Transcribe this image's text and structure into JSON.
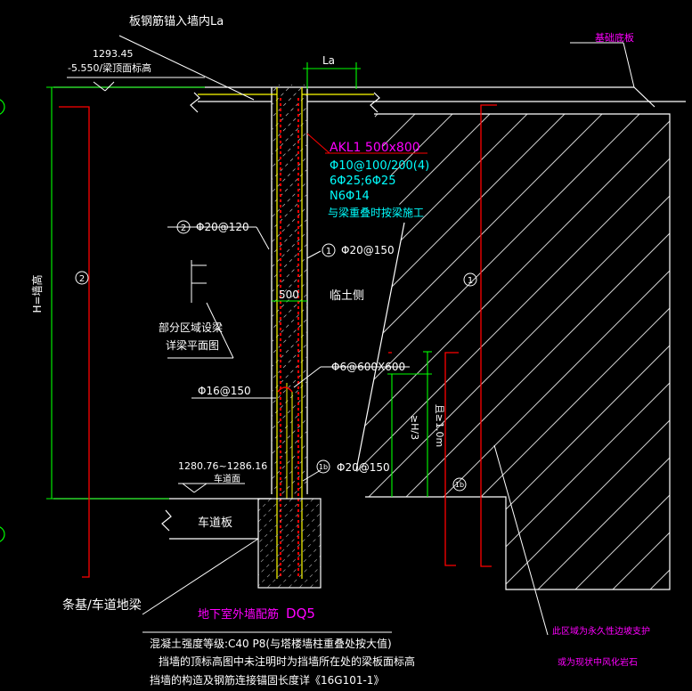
{
  "colors": {
    "background": "#000000",
    "white": "#ffffff",
    "yellow": "#ffff00",
    "green": "#00ff00",
    "red": "#ff0000",
    "cyan": "#00ffff",
    "magenta": "#ff00ff",
    "hatch": "#cfcfcf"
  },
  "labels": {
    "slab_rebar_anchor": "板钢筋锚入墙内La",
    "top_elev_value": "1293.45",
    "top_elev_note": "-5.550/梁顶面标高",
    "la_dim": "La",
    "foundation_slab": "基础底板",
    "beam_id": "AKL1  500x800",
    "beam_stirrup": "Φ10@100/200(4)",
    "beam_long_bars": "6Φ25;6Φ25",
    "beam_waist": "N6Φ14",
    "beam_note": "与梁重叠时按梁施工",
    "bar2_tag": "2",
    "bar2_spec": "Φ20@120",
    "bar1_tag": "1",
    "bar1_spec": "Φ20@150",
    "wall_thickness": "500",
    "soil_side": "临土侧",
    "partial_area_1": "部分区域设梁",
    "partial_area_2": "详梁平面图",
    "tie_spec": "Φ6@600X600",
    "dowel_spec": "Φ16@150",
    "h3_dim": "≥H/3",
    "one_m_dim": "且≥1.0m",
    "bar1b_tag": "1b",
    "bar1b_spec": "Φ20@150",
    "left_height": "H=墙高",
    "left_tag": "2",
    "right_tag": "1",
    "right_tag_b": "1b",
    "road_elev_value": "1280.76~1286.16",
    "road_top": "车道面",
    "road_slab": "车道板",
    "strip_footing": "条基/车道地梁",
    "wall_title_prefix": "地下室外墙配筋",
    "wall_title_code": "DQ5",
    "note_1": "混凝土强度等级:C40 P8(与塔楼墙柱重叠处按大值)",
    "note_2": "挡墙的顶标高图中未注明时为挡墙所在处的梁板面标高",
    "note_3": "挡墙的构造及钢筋连接锚固长度详《16G101-1》",
    "support_note_1": "此区域为永久性边坡支护",
    "support_note_2": "或为现状中风化岩石"
  }
}
